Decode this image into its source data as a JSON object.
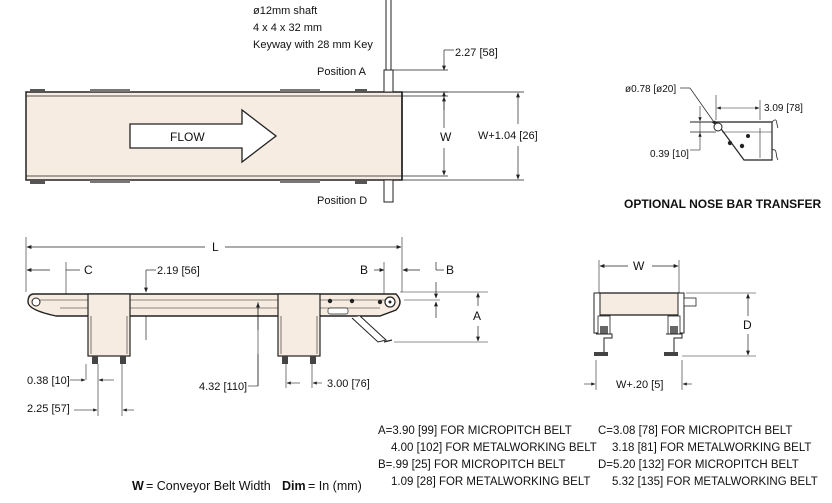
{
  "shaft": {
    "line1": "ø12mm shaft",
    "line2": "4 x 4 x 32 mm",
    "line3": "Keyway with 28 mm Key"
  },
  "top_view": {
    "position_a": "Position A",
    "position_d": "Position D",
    "flow": "FLOW",
    "dim_shaft": "2.27 [58]",
    "dim_w": "W",
    "dim_w_total": "W+1.04 [26]"
  },
  "nose_bar": {
    "title": "OPTIONAL NOSE BAR TRANSFER",
    "dim_dia": "ø0.78 [ø20]",
    "dim_len": "3.09 [78]",
    "dim_h": "0.39 [10]"
  },
  "side_view": {
    "dim_l": "L",
    "dim_c": "C",
    "dim_b_left": "B",
    "dim_b_right": "B",
    "dim_219": "2.19 [56]",
    "dim_a": "A",
    "dim_038": "0.38 [10]",
    "dim_225": "2.25 [57]",
    "dim_432": "4.32 [110]",
    "dim_300": "3.00 [76]"
  },
  "end_view": {
    "dim_w": "W",
    "dim_d": "D",
    "dim_w20": "W+.20 [5]"
  },
  "notes": {
    "a1": "A=3.90 [99] FOR MICROPITCH BELT",
    "a2": "4.00 [102] FOR METALWORKING BELT",
    "b1": "B=.99 [25] FOR MICROPITCH BELT",
    "b2": "1.09 [28] FOR METALWORKING BELT",
    "c1": "C=3.08 [78] FOR MICROPITCH BELT",
    "c2": "3.18 [81] FOR METALWORKING BELT",
    "d1": "D=5.20 [132] FOR MICROPITCH BELT",
    "d2": "5.32 [135] FOR METALWORKING BELT"
  },
  "legend": {
    "w_key": "W",
    "w_text": "= Conveyor Belt Width",
    "dim_key": "Dim",
    "dim_text": "= In (mm)"
  },
  "colors": {
    "belt": "#f7ece1",
    "line": "#222222"
  }
}
